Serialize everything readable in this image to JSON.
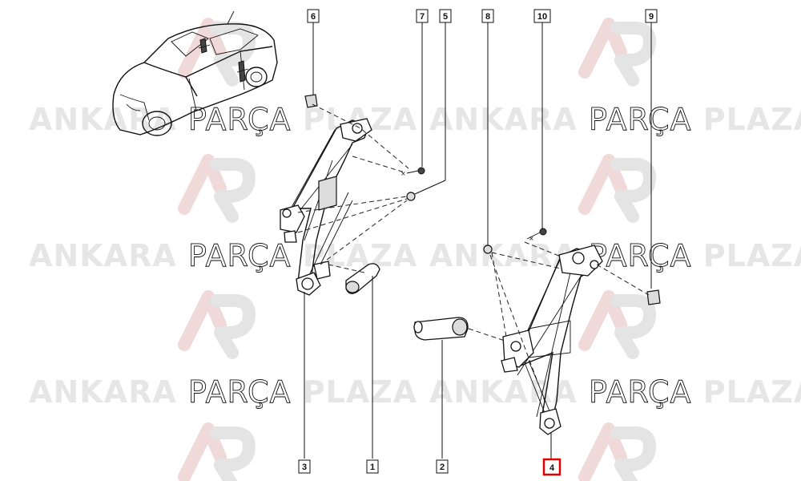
{
  "watermark": {
    "brand_bold_1": "ANKARA",
    "brand_thin": "PARÇA",
    "brand_bold_2": "PLAZA",
    "logo_colors": {
      "red": "#efd9d9",
      "grey": "#e4e4e4"
    }
  },
  "callouts": [
    {
      "id": "6",
      "highlighted": false
    },
    {
      "id": "7",
      "highlighted": false
    },
    {
      "id": "5",
      "highlighted": false
    },
    {
      "id": "8",
      "highlighted": false
    },
    {
      "id": "10",
      "highlighted": false
    },
    {
      "id": "9",
      "highlighted": false
    },
    {
      "id": "3",
      "highlighted": false
    },
    {
      "id": "1",
      "highlighted": false
    },
    {
      "id": "2",
      "highlighted": false
    },
    {
      "id": "4",
      "highlighted": true
    }
  ],
  "highlight_color": "#e00000"
}
